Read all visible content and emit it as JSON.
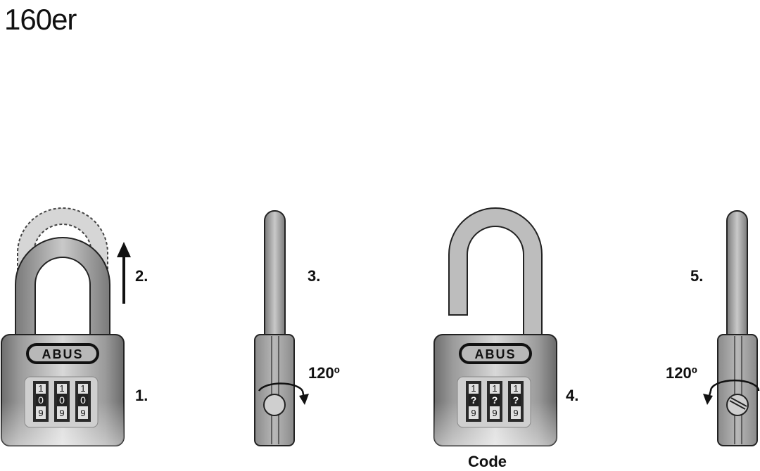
{
  "title": "160er",
  "brand": "ABUS",
  "steps": {
    "s1": "1.",
    "s2": "2.",
    "s3": "3.",
    "s4": "4.",
    "s5": "5."
  },
  "angles": {
    "a3": "120º",
    "a5": "120º"
  },
  "code_label": "Code",
  "dials_lock1": [
    {
      "top": "1",
      "mid": "0",
      "bottom": "9"
    },
    {
      "top": "1",
      "mid": "0",
      "bottom": "9"
    },
    {
      "top": "1",
      "mid": "0",
      "bottom": "9"
    }
  ],
  "dials_lock4": [
    {
      "top": "1",
      "mid": "?",
      "bottom": "9"
    },
    {
      "top": "1",
      "mid": "?",
      "bottom": "9"
    },
    {
      "top": "1",
      "mid": "?",
      "bottom": "9"
    }
  ]
}
